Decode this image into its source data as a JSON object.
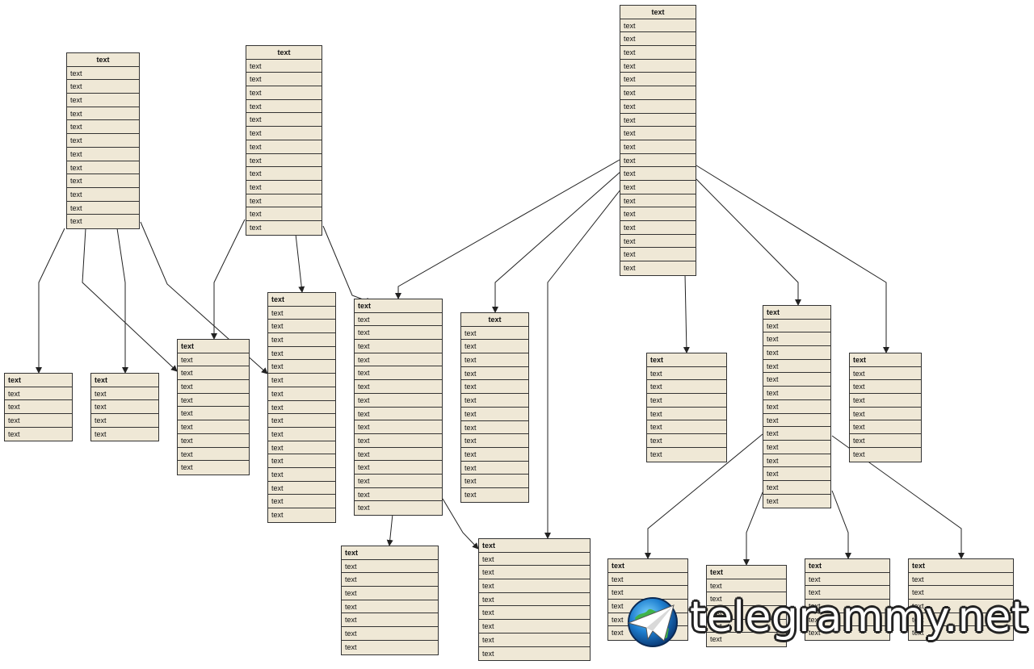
{
  "diagram": {
    "tables": [
      {
        "id": "t1",
        "header": "text",
        "rows": [
          "text",
          "text",
          "text",
          "text",
          "text",
          "text",
          "text",
          "text",
          "text",
          "text",
          "text",
          "text"
        ]
      },
      {
        "id": "t2",
        "header": "text",
        "rows": [
          "text",
          "text",
          "text",
          "text",
          "text",
          "text",
          "text",
          "text",
          "text",
          "text",
          "text",
          "text",
          "text"
        ]
      },
      {
        "id": "t3",
        "header": "text",
        "rows": [
          "text",
          "text",
          "text",
          "text",
          "text",
          "text",
          "text",
          "text",
          "text",
          "text",
          "text",
          "text",
          "text",
          "text",
          "text",
          "text",
          "text",
          "text",
          "text"
        ]
      },
      {
        "id": "t4",
        "header": "text",
        "rows": [
          "text",
          "text",
          "text",
          "text"
        ]
      },
      {
        "id": "t5",
        "header": "text",
        "rows": [
          "text",
          "text",
          "text",
          "text"
        ]
      },
      {
        "id": "t6",
        "header": "text",
        "rows": [
          "text",
          "text",
          "text",
          "text",
          "text",
          "text",
          "text",
          "text",
          "text"
        ]
      },
      {
        "id": "t7",
        "header": "text",
        "rows": [
          "text",
          "text",
          "text",
          "text",
          "text",
          "text",
          "text",
          "text",
          "text",
          "text",
          "text",
          "text",
          "text",
          "text",
          "text",
          "text"
        ]
      },
      {
        "id": "t8",
        "header": "text",
        "rows": [
          "text",
          "text",
          "text",
          "text",
          "text",
          "text",
          "text",
          "text",
          "text",
          "text",
          "text",
          "text",
          "text",
          "text",
          "text"
        ]
      },
      {
        "id": "t9",
        "header": "text",
        "rows": [
          "text",
          "text",
          "text",
          "text",
          "text",
          "text",
          "text",
          "text",
          "text",
          "text",
          "text",
          "text",
          "text"
        ]
      },
      {
        "id": "t10",
        "header": "text",
        "rows": [
          "text",
          "text",
          "text",
          "text",
          "text",
          "text",
          "text"
        ]
      },
      {
        "id": "t11",
        "header": "text",
        "rows": [
          "text",
          "text",
          "text",
          "text",
          "text",
          "text",
          "text",
          "text",
          "text",
          "text",
          "text",
          "text",
          "text",
          "text"
        ]
      },
      {
        "id": "t12",
        "header": "text",
        "rows": [
          "text",
          "text",
          "text",
          "text",
          "text",
          "text",
          "text"
        ]
      },
      {
        "id": "t13",
        "header": "text",
        "rows": [
          "text",
          "text",
          "text",
          "text",
          "text",
          "text",
          "text"
        ]
      },
      {
        "id": "t14",
        "header": "text",
        "rows": [
          "text",
          "text",
          "text",
          "text",
          "text",
          "text",
          "text",
          "text"
        ]
      },
      {
        "id": "t15",
        "header": "text",
        "rows": [
          "text",
          "text",
          "text",
          "text",
          "text"
        ]
      },
      {
        "id": "t16",
        "header": "text",
        "rows": [
          "text",
          "text",
          "text",
          "text",
          "text"
        ]
      },
      {
        "id": "t17",
        "header": "text",
        "rows": [
          "text",
          "text",
          "text",
          "text",
          "text"
        ]
      },
      {
        "id": "t18",
        "header": "text",
        "rows": [
          "text",
          "text",
          "text",
          "text",
          "text"
        ]
      }
    ],
    "edges": [
      [
        "t1",
        "t4"
      ],
      [
        "t1",
        "t6"
      ],
      [
        "t1",
        "t5"
      ],
      [
        "t1",
        "t7"
      ],
      [
        "t2",
        "t6"
      ],
      [
        "t2",
        "t7"
      ],
      [
        "t2",
        "t9"
      ],
      [
        "t3",
        "t8"
      ],
      [
        "t3",
        "t9"
      ],
      [
        "t3",
        "t14"
      ],
      [
        "t3",
        "t10"
      ],
      [
        "t3",
        "t11"
      ],
      [
        "t3",
        "t12"
      ],
      [
        "t8",
        "t13"
      ],
      [
        "t8",
        "t14"
      ],
      [
        "t11",
        "t15"
      ],
      [
        "t11",
        "t16"
      ],
      [
        "t11",
        "t17"
      ],
      [
        "t11",
        "t18"
      ]
    ]
  },
  "watermark": {
    "text": "telegrammy.net",
    "icon": "paper-plane-globe-icon"
  }
}
